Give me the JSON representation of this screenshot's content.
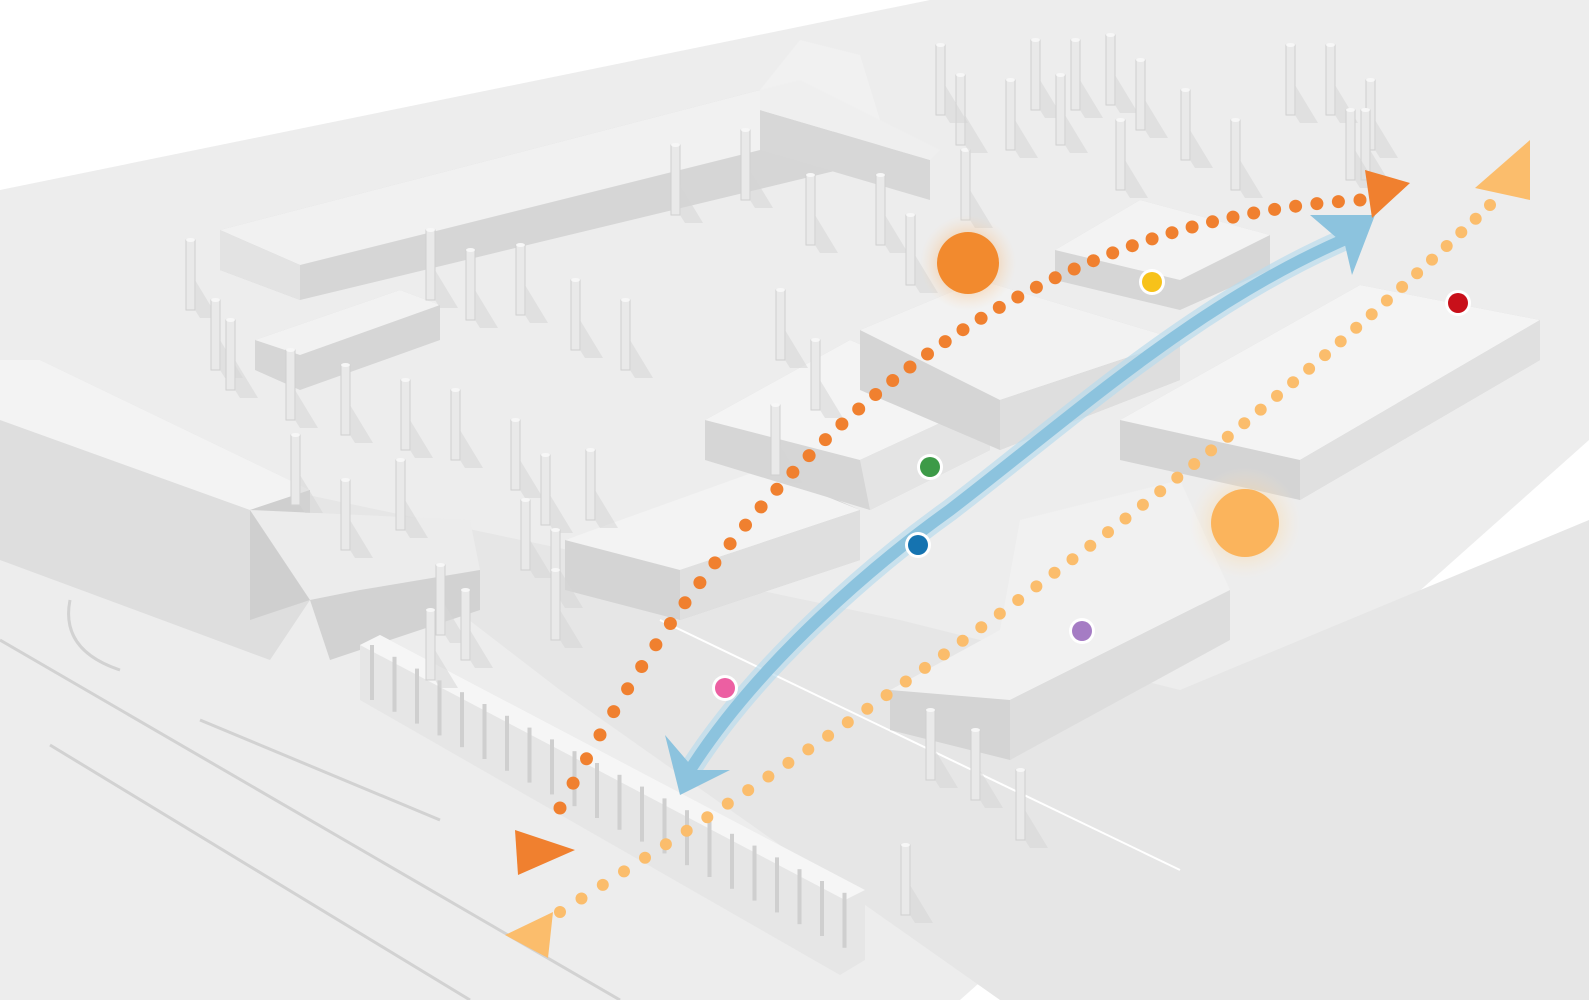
{
  "diagram": {
    "kind": "axonometric site circulation diagram",
    "colors": {
      "background": "#ffffff",
      "ground": "#ededed",
      "site": "#e2e2e2",
      "building_top": "#f3f3f3",
      "building_side": "#d4d4d4",
      "building_front": "#e3e3e3",
      "shadow": "#c9c9c9",
      "column": "#ececec",
      "path_dark_orange": "#f0802f",
      "path_light_orange": "#fbbd6c",
      "main_flow_blue": "#8cc3de"
    },
    "paths": [
      {
        "id": "dark-orange-route",
        "style": "dotted",
        "color": "#f0802f",
        "ends": "arrowheads-both"
      },
      {
        "id": "light-orange-route",
        "style": "dotted",
        "color": "#fbbd6c",
        "ends": "arrowheads-both"
      },
      {
        "id": "blue-main-flow",
        "style": "solid-curve",
        "color": "#8cc3de",
        "ends": "arrowheads-both"
      }
    ],
    "nodes": [
      {
        "id": "node-orange-large",
        "color": "#f28a2e",
        "size": "large",
        "glow": true
      },
      {
        "id": "node-light-orange-large",
        "color": "#fbb45c",
        "size": "large",
        "glow": true
      },
      {
        "id": "node-yellow",
        "color": "#f7c21a",
        "size": "small"
      },
      {
        "id": "node-red",
        "color": "#c8101a",
        "size": "small"
      },
      {
        "id": "node-green",
        "color": "#3c9a47",
        "size": "small"
      },
      {
        "id": "node-blue",
        "color": "#1573b0",
        "size": "small"
      },
      {
        "id": "node-pink",
        "color": "#ec5fa2",
        "size": "small"
      },
      {
        "id": "node-purple",
        "color": "#a57cc4",
        "size": "small"
      }
    ]
  }
}
